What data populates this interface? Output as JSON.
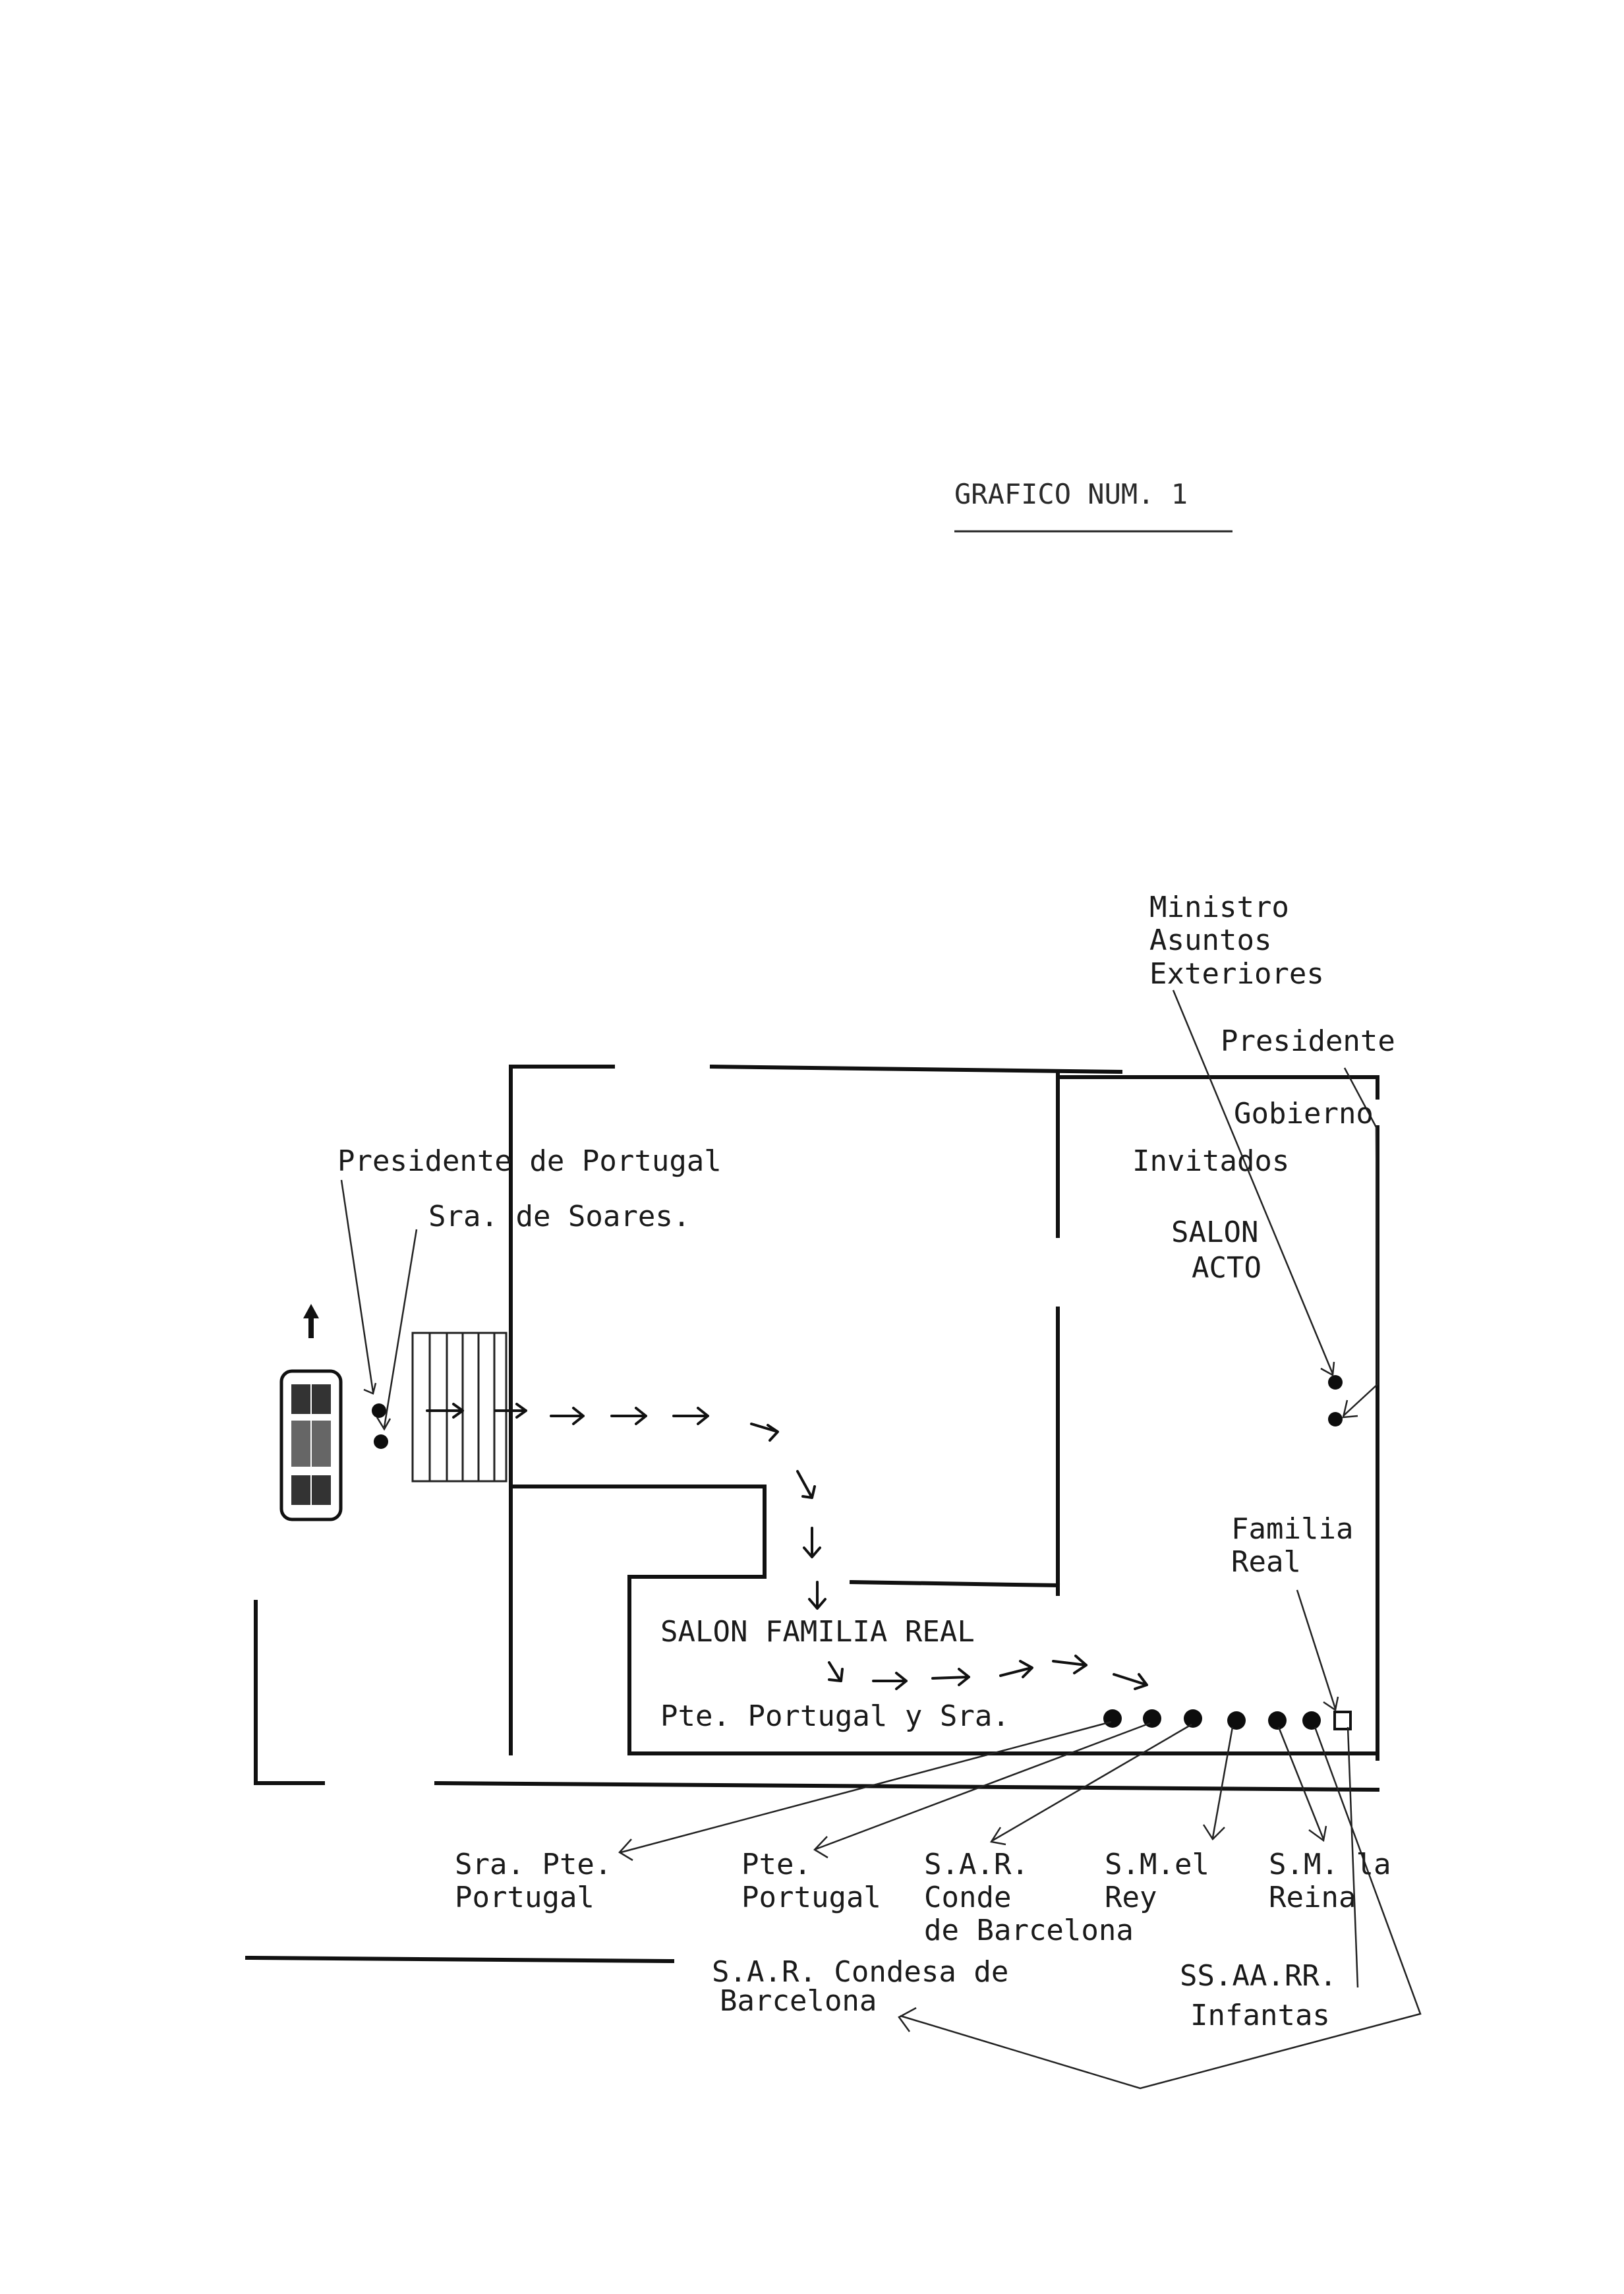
{
  "title": "GRAFICO NUM. 1",
  "labels": {
    "ministro": [
      "Ministro",
      "Asuntos",
      "Exteriores"
    ],
    "presidente_gobierno": [
      "Presidente",
      "Gobierno"
    ],
    "invitados": "Invitados",
    "salon_acto": [
      "SALON",
      "ACTO"
    ],
    "presidente_portugal": "Presidente de Portugal",
    "sra_soares": "Sra. de Soares.",
    "familia_real": [
      "Familia",
      "Real"
    ],
    "salon_familia_real": "SALON FAMILIA REAL",
    "pte_portugal_y_sra": "Pte. Portugal y Sra.",
    "sra_pte_portugal": [
      "Sra. Pte.",
      "Portugal"
    ],
    "pte_portugal": [
      "Pte.",
      "Portugal"
    ],
    "sar_conde": [
      "S.A.R.",
      "Conde",
      "de Barcelona"
    ],
    "sm_el_rey": [
      "S.M.el",
      "Rey"
    ],
    "sm_la_reina": [
      "S.M. la",
      "Reina"
    ],
    "ssaarr_infantas": [
      "SS.AA.RR.",
      "Infantas"
    ],
    "sar_condesa": [
      "S.A.R. Condesa de",
      "Barcelona"
    ]
  },
  "icons": [
    "car-icon",
    "direction-arrow-icon",
    "staircase",
    "person-marker",
    "flow-arrow"
  ]
}
